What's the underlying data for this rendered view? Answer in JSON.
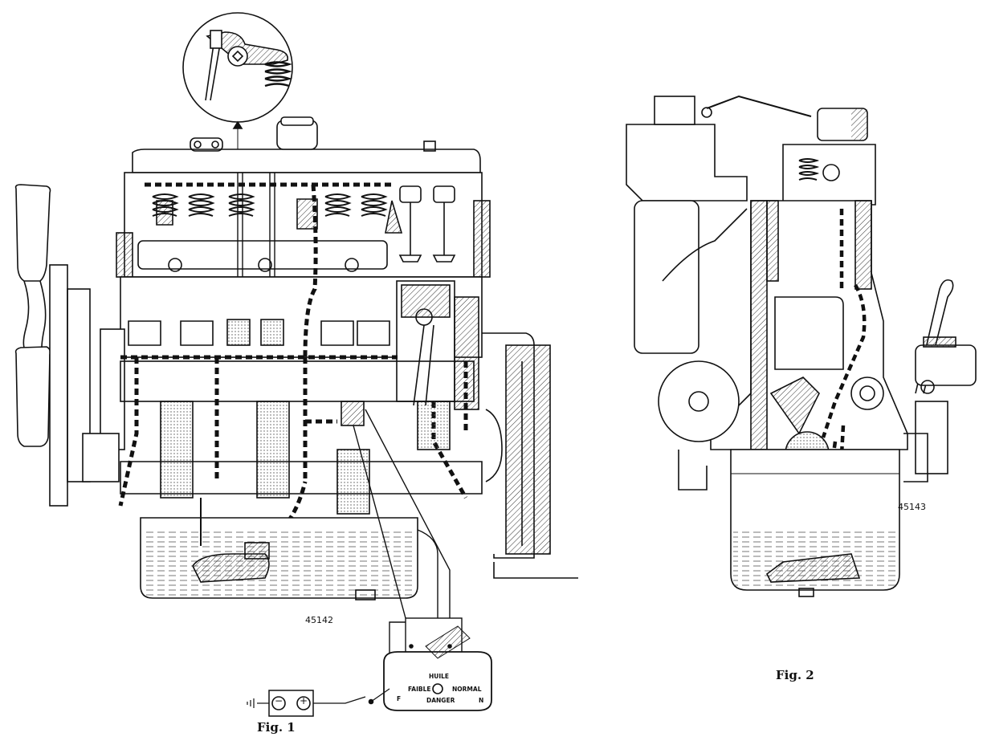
{
  "figure1": {
    "caption": "Fig. 1",
    "ref_code": "45142",
    "gauge": {
      "huile": "HUILE",
      "faible": "FAIBLE",
      "normal": "NORMAL",
      "danger": "DANGER",
      "f": "F",
      "n": "N"
    },
    "battery_minus": "−",
    "battery_plus": "+"
  },
  "figure2": {
    "caption": "Fig. 2",
    "ref_code": "45143"
  }
}
